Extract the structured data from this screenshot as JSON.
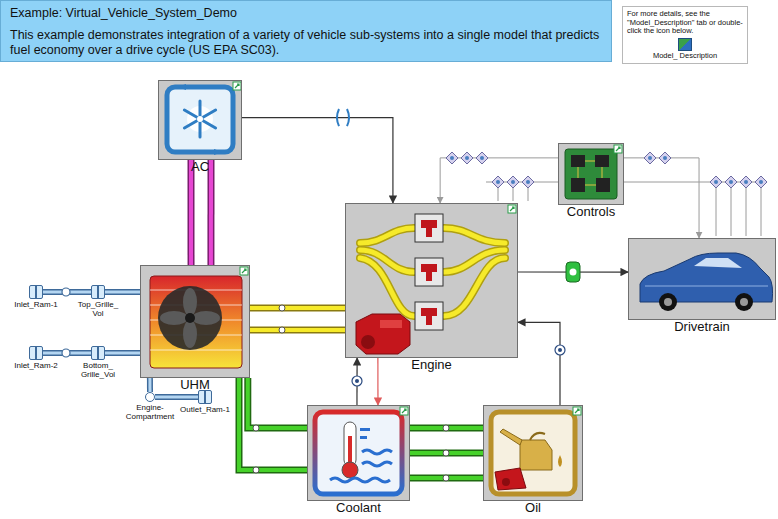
{
  "diagram": {
    "title": "Example: Virtual_Vehicle_System_Demo",
    "nodes": [
      {
        "text": [
          "For more details, see the \"Model_Description\" tab or double-click the icon below."
        ]
      },
      {
        "text": [
          "Model_ Description"
        ],
        "in": 0
      },
      {
        "text": [
          "AC"
        ]
      },
      {
        "text": [
          "Engine"
        ]
      },
      {
        "text": [
          "Controls"
        ]
      },
      {
        "text": [
          "UHM"
        ]
      },
      {
        "text": [
          "Drivetrain"
        ]
      },
      {
        "text": [
          "Inlet_Ram-1"
        ]
      },
      {
        "text": [
          "Top_Grille_ Vol"
        ]
      },
      {
        "text": [
          "Inlet_Ram-2"
        ]
      },
      {
        "text": [
          "Bottom_ Grille_Vol"
        ]
      },
      {
        "text": [
          "Engine- Compartment"
        ]
      },
      {
        "text": [
          "Outlet_Ram-1"
        ]
      },
      {
        "text": [
          "Coolant"
        ]
      },
      {
        "text": [
          "Oil"
        ]
      }
    ],
    "edges": [
      {
        "from": 2,
        "to": 3,
        "arrow": "to"
      },
      {
        "from": 2,
        "to": 5,
        "arrow": "none"
      },
      {
        "from": 2,
        "to": 5,
        "arrow": "none"
      },
      {
        "from": 5,
        "to": 3,
        "arrow": "none"
      },
      {
        "from": 5,
        "to": 3,
        "arrow": "none"
      },
      {
        "from": 5,
        "to": 13,
        "arrow": "none"
      },
      {
        "from": 5,
        "to": 13,
        "arrow": "none"
      },
      {
        "from": 13,
        "to": 14,
        "arrow": "none"
      },
      {
        "from": 13,
        "to": 14,
        "arrow": "none"
      },
      {
        "from": 13,
        "to": 14,
        "arrow": "none"
      },
      {
        "from": 3,
        "to": 13,
        "arrow": "to"
      },
      {
        "from": 13,
        "to": 3,
        "arrow": "to"
      },
      {
        "from": 14,
        "to": 3,
        "arrow": "to"
      },
      {
        "from": 3,
        "to": 6,
        "arrow": "to"
      },
      {
        "from": 4,
        "to": 3,
        "arrow": "to"
      },
      {
        "from": 4,
        "to": 6,
        "arrow": "to"
      },
      {
        "from": 7,
        "to": 8,
        "arrow": "none"
      },
      {
        "from": 8,
        "to": 5,
        "arrow": "none"
      },
      {
        "from": 9,
        "to": 10,
        "arrow": "none"
      },
      {
        "from": 10,
        "to": 5,
        "arrow": "none"
      },
      {
        "from": 5,
        "to": 11,
        "arrow": "none"
      },
      {
        "from": 11,
        "to": 12,
        "arrow": "none"
      }
    ],
    "labels": [
      "This example demonstrates integration of a variety of vehicle sub-systems into a single model that predicts fuel economy over a drive cycle (US EPA SC03)."
    ]
  }
}
